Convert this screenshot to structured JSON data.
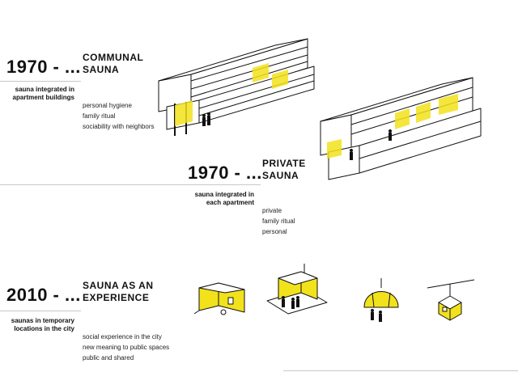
{
  "sections": [
    {
      "year": "1970 - ...",
      "heading_line1": "COMMUNAL",
      "heading_line2": "SAUNA",
      "subtitle_line1": "sauna integrated in",
      "subtitle_line2": "apartment buildings",
      "features": [
        "personal hygiene",
        "family ritual",
        "sociability with neighbors"
      ]
    },
    {
      "year": "1970 - ...",
      "heading_line1": "PRIVATE",
      "heading_line2": "SAUNA",
      "subtitle_line1": "sauna integrated in",
      "subtitle_line2": "each apartment",
      "features": [
        "private",
        "family ritual",
        "personal"
      ]
    },
    {
      "year": "2010 - ...",
      "heading_line1": "SAUNA AS AN",
      "heading_line2": "EXPERIENCE",
      "subtitle_line1": "saunas in temporary",
      "subtitle_line2": "locations in the city",
      "features": [
        "social experience in the city",
        "new meaning to public spaces",
        "public and shared"
      ]
    }
  ],
  "colors": {
    "accent": "#f2e21b",
    "rule": "#c8c8c8",
    "ink": "#111111"
  }
}
